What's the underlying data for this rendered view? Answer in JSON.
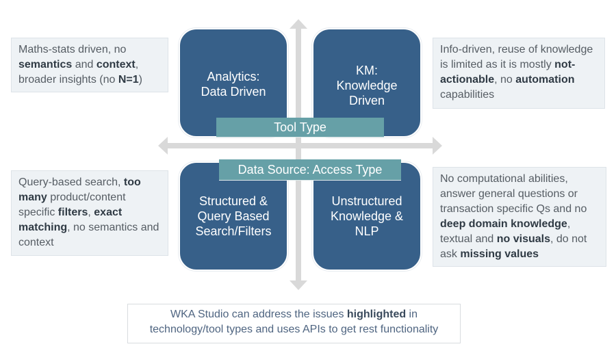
{
  "axes": {
    "vertical_arrow": "up-down-arrow",
    "horizontal_arrow": "left-right-arrow",
    "arrow_color": "#d9d9d9"
  },
  "colors": {
    "quadrant_fill": "#376089",
    "label_bar_fill": "#66a0a7",
    "note_fill": "#eef2f5"
  },
  "quadrants": {
    "top_left": [
      "Analytics:",
      "Data Driven"
    ],
    "top_right": [
      "KM:",
      "Knowledge",
      "Driven"
    ],
    "bottom_left": [
      "Structured &",
      "Query Based",
      "Search/Filters"
    ],
    "bottom_right": [
      "Unstructured",
      "Knowledge &",
      "NLP"
    ]
  },
  "labels": {
    "tool_type": "Tool Type",
    "data_source": "Data Source: Access Type"
  },
  "notes": {
    "top_left": [
      {
        "t": "Maths-stats driven, no ",
        "b": false
      },
      {
        "t": "semantics",
        "b": true
      },
      {
        "t": " and ",
        "b": false
      },
      {
        "t": "context",
        "b": true
      },
      {
        "t": ", broader insights (no ",
        "b": false
      },
      {
        "t": "N=1",
        "b": true
      },
      {
        "t": ")",
        "b": false
      }
    ],
    "top_right": [
      {
        "t": "Info-driven, reuse of knowledge is limited as it is mostly ",
        "b": false
      },
      {
        "t": "not-actionable",
        "b": true
      },
      {
        "t": ",  no ",
        "b": false
      },
      {
        "t": "automation",
        "b": true
      },
      {
        "t": " capabilities",
        "b": false
      }
    ],
    "bottom_left": [
      {
        "t": "Query-based search, ",
        "b": false
      },
      {
        "t": "too many",
        "b": true
      },
      {
        "t": "  product/content specific ",
        "b": false
      },
      {
        "t": "filters",
        "b": true
      },
      {
        "t": ", ",
        "b": false
      },
      {
        "t": "exact matching",
        "b": true
      },
      {
        "t": ", no semantics and context",
        "b": false
      }
    ],
    "bottom_right": [
      {
        "t": "No computational abilities, answer general questions or transaction specific Qs and no ",
        "b": false
      },
      {
        "t": "deep domain knowledge",
        "b": true
      },
      {
        "t": ", textual and ",
        "b": false
      },
      {
        "t": "no visuals",
        "b": true
      },
      {
        "t": ", do not ask ",
        "b": false
      },
      {
        "t": "missing values",
        "b": true
      }
    ]
  },
  "summary": [
    {
      "t": "WKA Studio can address the issues ",
      "b": false
    },
    {
      "t": "highlighted",
      "b": true
    },
    {
      "t": " in technology/tool types and uses APIs to get rest functionality",
      "b": false
    }
  ]
}
